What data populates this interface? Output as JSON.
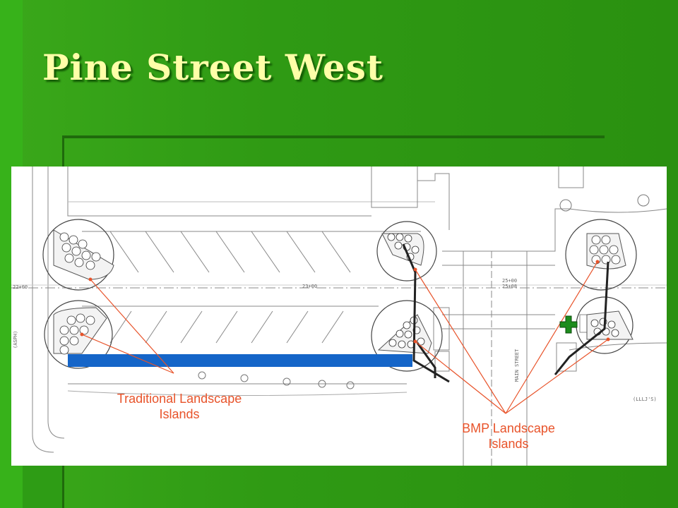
{
  "slide": {
    "title": "Pine Street West"
  },
  "drawing": {
    "street_label": "MAIN STREET",
    "station_labels": [
      "22+00",
      "23+00",
      "25+00",
      "25+08"
    ],
    "edge_labels": [
      "(ASPH)",
      "(LLLJ'S)"
    ]
  },
  "callouts": {
    "traditional": [
      "Traditional Landscape",
      "Islands"
    ],
    "bmp": [
      "BMP Landscape",
      "Islands"
    ]
  },
  "colors": {
    "background": "#2f9a14",
    "title": "#ffffa8",
    "callout": "#e8532a",
    "blue_bar": "#1565c8",
    "marker": "#1c8c1c"
  }
}
